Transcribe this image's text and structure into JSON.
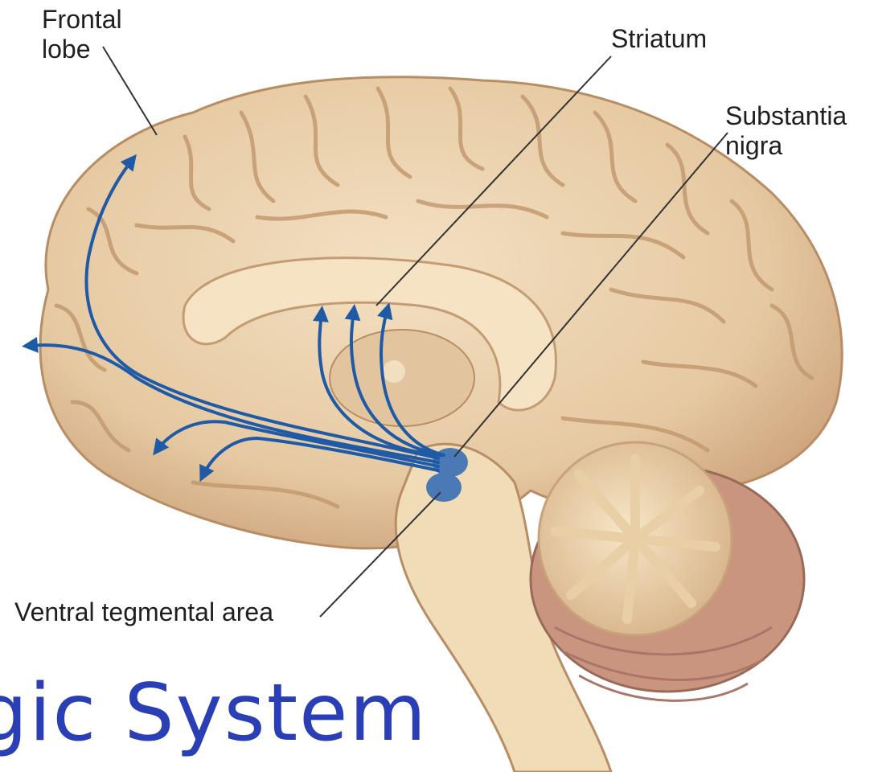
{
  "labels": {
    "frontal_lobe": "Frontal\nlobe",
    "striatum": "Striatum",
    "substantia_nigra": "Substantia\nnigra",
    "ventral_tegmental_area": "Ventral tegmental area"
  },
  "title_fragment": "gic System",
  "colors": {
    "brain": "#e9cfa9",
    "brain_shadow": "#c9a07a",
    "pathway": "#1f5aa6",
    "nucleus": "#4b79b6",
    "cerebellum": "#f1dcb8",
    "title": "#2a3fb5",
    "leader_line": "#333333"
  }
}
